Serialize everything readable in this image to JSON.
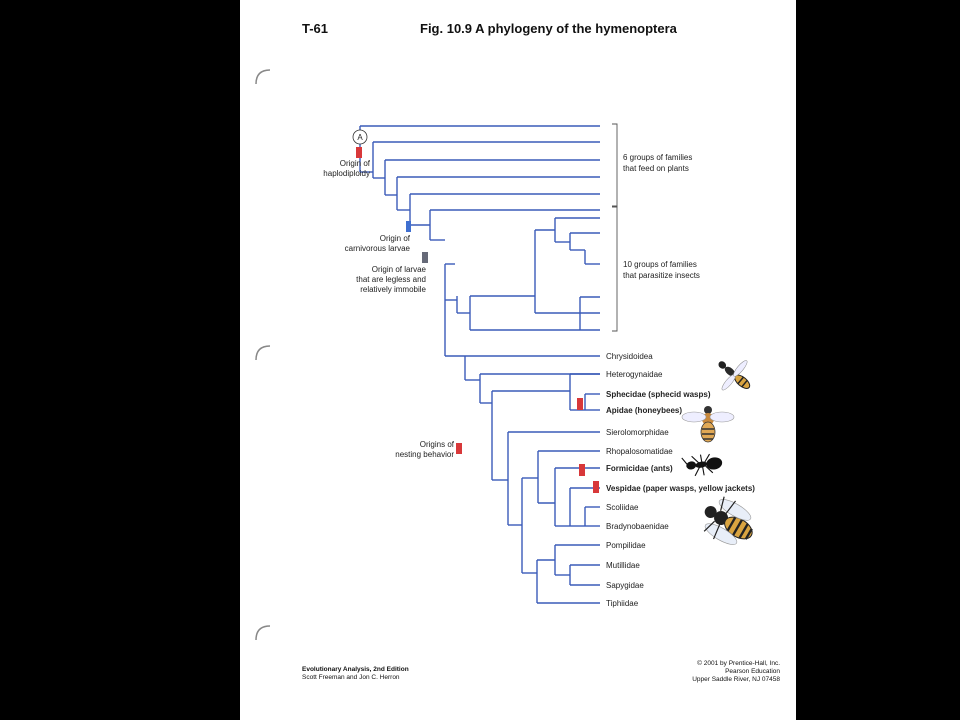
{
  "header": {
    "label": "T-61",
    "title": "Fig. 10.9  A phylogeny of the hymenoptera"
  },
  "annotations": {
    "circle_letter": "A",
    "haplodiploidy": [
      "Origin of",
      "haplodiploidy"
    ],
    "carnivorous": [
      "Origin of",
      "carnivorous larvae"
    ],
    "legless": [
      "Origin of larvae",
      "that are legless and",
      "relatively immobile"
    ],
    "nesting": [
      "Origins of",
      "nesting behavior"
    ]
  },
  "groups": {
    "plant_feeders": [
      "6 groups of families",
      "that feed on plants"
    ],
    "parasitoids": [
      "10 groups of families",
      "that parasitize insects"
    ]
  },
  "taxa": [
    {
      "name": "Chrysidoidea",
      "bold": false
    },
    {
      "name": "Heterogynaidae",
      "bold": false
    },
    {
      "name": "Sphecidae (sphecid wasps)",
      "bold": true
    },
    {
      "name": "Apidae (honeybees)",
      "bold": true
    },
    {
      "name": "Sierolomorphidae",
      "bold": false
    },
    {
      "name": "Rhopalosomatidae",
      "bold": false
    },
    {
      "name": "Formicidae (ants)",
      "bold": true
    },
    {
      "name": "Vespidae (paper wasps, yellow jackets)",
      "bold": true
    },
    {
      "name": "Scoliidae",
      "bold": false
    },
    {
      "name": "Bradynobaenidae",
      "bold": false
    },
    {
      "name": "Pompilidae",
      "bold": false
    },
    {
      "name": "Mutillidae",
      "bold": false
    },
    {
      "name": "Sapygidae",
      "bold": false
    },
    {
      "name": "Tiphiidae",
      "bold": false
    }
  ],
  "footer": {
    "left_title": "Evolutionary Analysis, 2nd Edition",
    "left_authors": "Scott Freeman and Jon C. Herron",
    "right_line1": "© 2001 by Prentice-Hall, Inc.",
    "right_line2": "Pearson Education",
    "right_line3": "Upper Saddle River, NJ 07458"
  },
  "colors": {
    "tree": "#3a5bb8",
    "marker_red": "#d8383a",
    "marker_blue": "#3f6fd0",
    "marker_gray": "#666a78",
    "page": "#ffffff",
    "background": "#000000"
  }
}
